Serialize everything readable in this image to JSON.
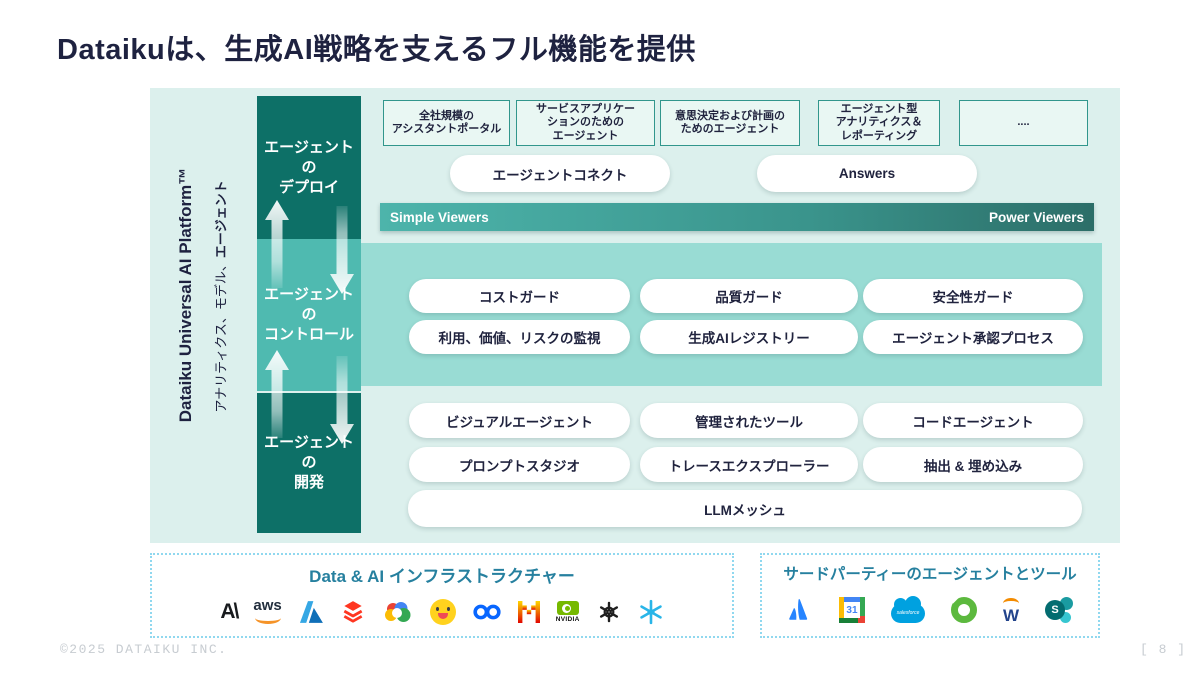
{
  "title": "Dataikuは、生成AI戦略を支えるフル機能を提供",
  "platform": {
    "vertical_title": "Dataiku Universal AI Platform™",
    "vertical_subtitle": "アナリティクス、モデル、",
    "vertical_subtitle_bold": "エージェント"
  },
  "layers": {
    "deploy": {
      "lines": [
        "エージェント",
        "の",
        "デプロイ"
      ]
    },
    "control": {
      "lines": [
        "エージェント",
        "の",
        "コントロール"
      ]
    },
    "develop": {
      "lines": [
        "エージェント",
        "の",
        "開発"
      ]
    }
  },
  "deploy": {
    "use_cases": [
      {
        "lines": [
          "全社規模の",
          "アシスタントポータル"
        ]
      },
      {
        "lines": [
          "サービスアプリケー",
          "ションのための",
          "エージェント"
        ]
      },
      {
        "lines": [
          "意思決定および計画の",
          "ためのエージェント"
        ]
      },
      {
        "lines": [
          "エージェント型",
          "アナリティクス＆",
          "レポーティング"
        ]
      },
      {
        "lines": [
          "...."
        ]
      }
    ],
    "pills": [
      "エージェントコネクト",
      "Answers"
    ],
    "viewers_bar": {
      "left": "Simple Viewers",
      "right": "Power Viewers"
    }
  },
  "control": {
    "pills": [
      "コストガード",
      "品質ガード",
      "安全性ガード",
      "利用、価値、リスクの監視",
      "生成AIレジストリー",
      "エージェント承認プロセス"
    ]
  },
  "develop": {
    "pills": [
      "ビジュアルエージェント",
      "管理されたツール",
      "コードエージェント",
      "プロンプトスタジオ",
      "トレースエクスプローラー",
      "抽出 & 埋め込み"
    ],
    "wide_pill": "LLMメッシュ"
  },
  "infrastructure": {
    "title": "Data & AI インフラストラクチャー",
    "logos": [
      "anthropic-logo",
      "aws-logo",
      "azure-logo",
      "databricks-logo",
      "google-cloud-logo",
      "hugging-face-logo",
      "meta-logo",
      "mistral-logo",
      "nvidia-logo",
      "openai-logo",
      "snowflake-logo"
    ]
  },
  "third_party": {
    "title": "サードパーティーのエージェントとツール",
    "logos": [
      "atlassian-logo",
      "google-calendar-logo",
      "salesforce-logo",
      "green-ring-logo",
      "workday-logo",
      "sharepoint-logo"
    ]
  },
  "logo_glyphs": {
    "anthropic": "A\\",
    "aws": "aws",
    "nvidia": "NVIDIA",
    "calendar_day": "31",
    "salesforce": "salesforce",
    "workday": "W",
    "sharepoint": "S"
  },
  "footer": {
    "left": "©2025 DATAIKU INC.",
    "right": "[ 8 ]"
  },
  "colors": {
    "panel_bg": "#dcf0ed",
    "teal_dark": "#0d7067",
    "teal_mid": "#4fbab0",
    "control_bg": "#99dcd4",
    "navy_text": "#1e2240",
    "bar_gradient_start": "#4db4ab",
    "bar_gradient_end": "#2c6e68",
    "bottom_title": "#26809f",
    "dashed_border": "#90d8ef"
  }
}
